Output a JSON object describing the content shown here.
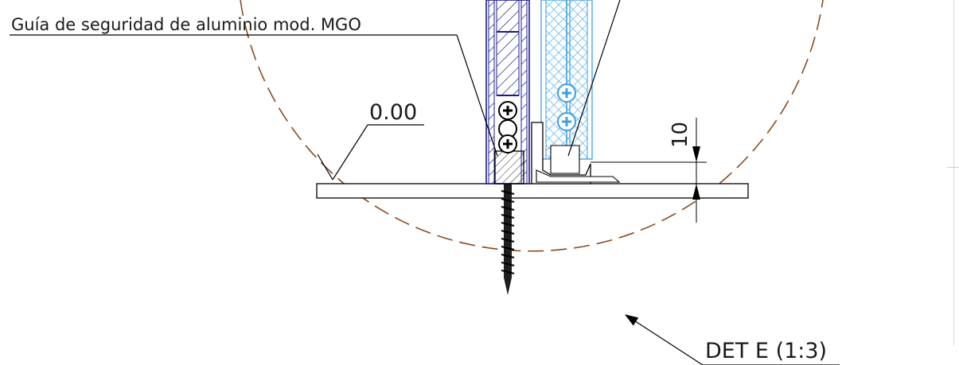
{
  "labels": {
    "guide": "Guía de seguridad de aluminio mod. MGO",
    "level": "0.00",
    "dimension": "10",
    "detail": "DET E (1:3)"
  },
  "colors": {
    "line": "#000000",
    "guide_profile": "#1b1b8f",
    "glass_panel": "#3f9fe0",
    "detail_circle": "#8b4a1f"
  }
}
